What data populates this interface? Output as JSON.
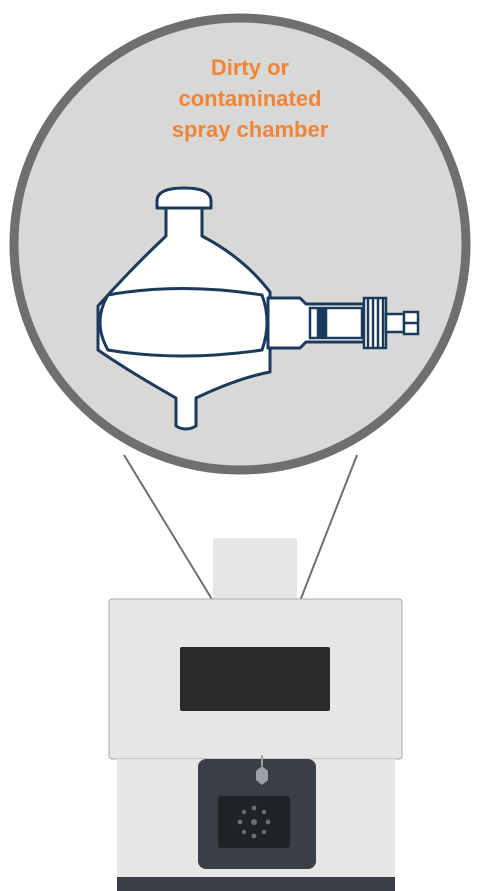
{
  "callout": {
    "title_lines": [
      "Dirty or",
      "contaminated",
      "spray chamber"
    ]
  },
  "colors": {
    "accent": "#f08536",
    "circle_fill": "#d8d8d7",
    "circle_ring": "#6f6f6f",
    "glass_outline": "#1b3a5c",
    "glass_fill": "#ffffff",
    "instrument_body": "#e6e6e5",
    "instrument_panel": "#3a3f47",
    "display_screen": "#2a2a2a"
  },
  "icons": {
    "spray_chamber": "spray-chamber-icon",
    "nebulizer": "nebulizer-connector-icon",
    "torch_box": "torch-box-icon"
  }
}
